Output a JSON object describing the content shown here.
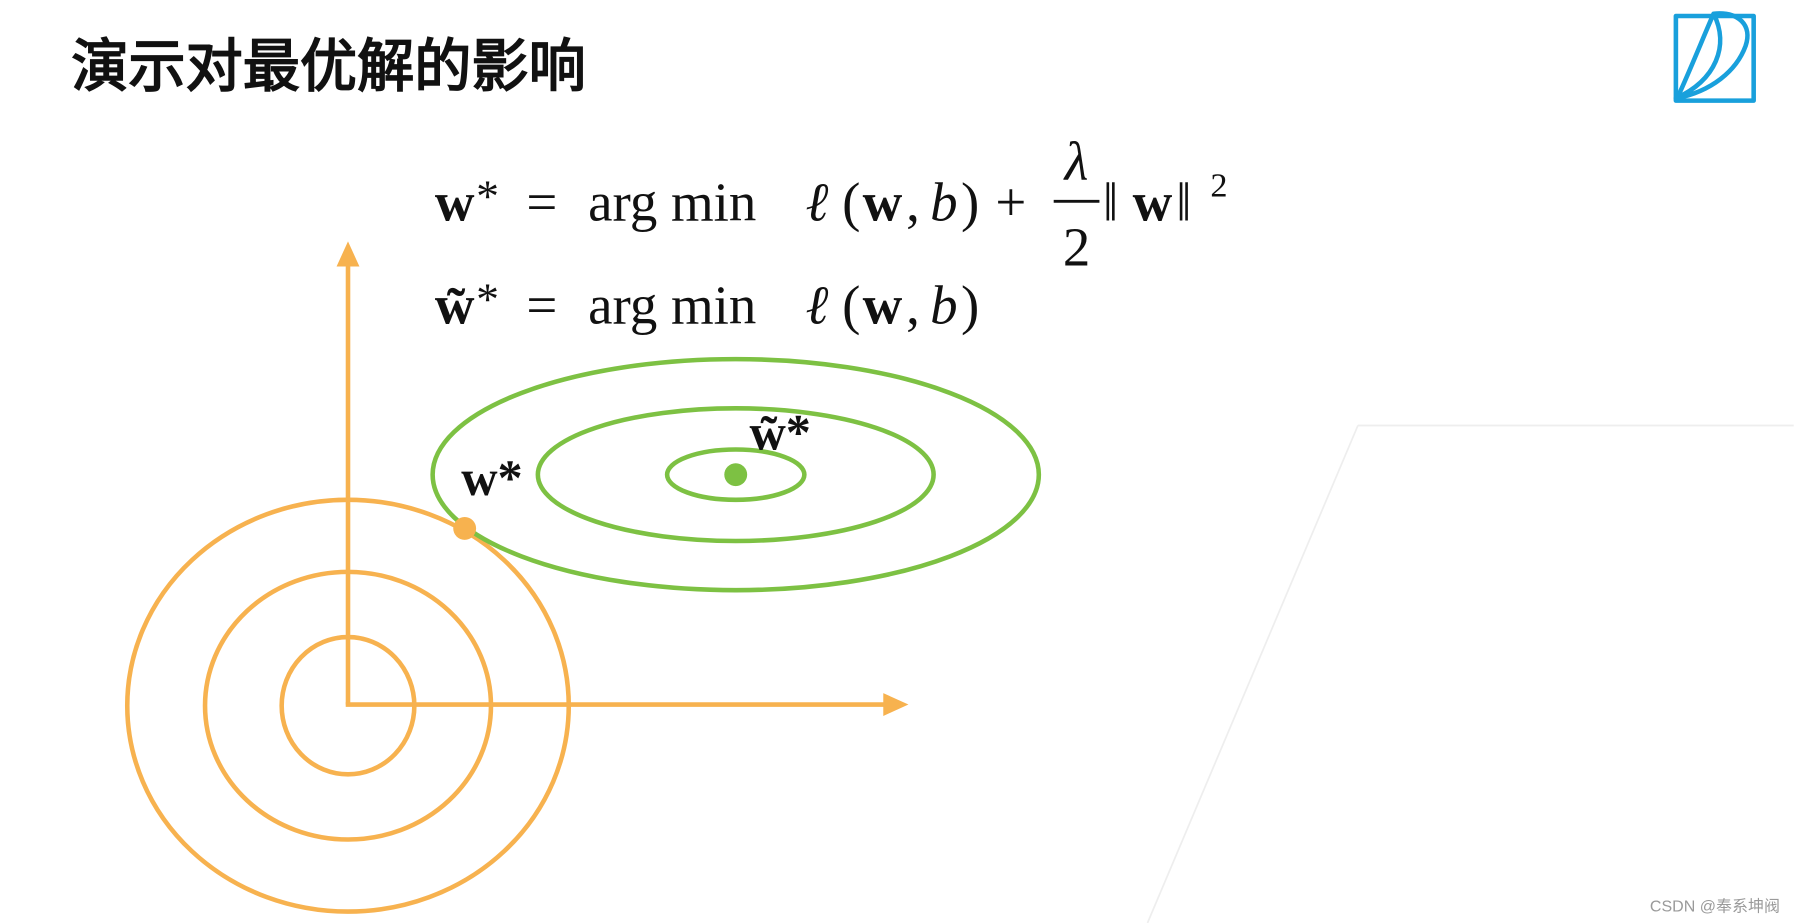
{
  "slide": {
    "title": "演示对最优解的影响",
    "watermark": "CSDN @奉系坤阀"
  },
  "equations": [
    {
      "lhs_var": "w",
      "lhs_star": "*",
      "equals": "=",
      "operator": "arg min",
      "loss": "ℓ",
      "open_paren": "(",
      "arg_w": "w",
      "comma": ",",
      "arg_b": "b",
      "close_paren": ")",
      "plus": "+",
      "frac_num": "λ",
      "frac_den": "2",
      "norm_open": "‖",
      "norm_var": "w",
      "norm_close": "‖",
      "power": "2"
    },
    {
      "lhs_var": "w̃",
      "lhs_star": "*",
      "equals": "=",
      "operator": "arg min",
      "loss": "ℓ",
      "open_paren": "(",
      "arg_w": "w",
      "comma": ",",
      "arg_b": "b",
      "close_paren": ")"
    }
  ],
  "diagram": {
    "regularized_optimum_label": "w*",
    "unregularized_optimum_label": "w̃*"
  },
  "colors": {
    "orange": "#F7B24F",
    "green": "#7DC143",
    "logo_blue": "#19A0DC",
    "title": "#111111",
    "decor": "#EEEEEE"
  }
}
